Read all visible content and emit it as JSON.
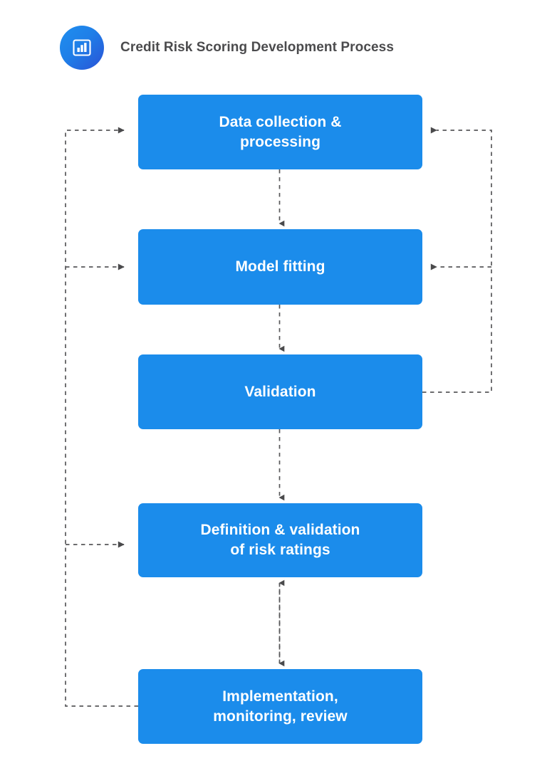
{
  "header": {
    "title": "Credit Risk Scoring Development Process",
    "icon": "bar-chart-icon",
    "title_color": "#4b4b4d",
    "icon_gradient_from": "#1f8fef",
    "icon_gradient_to": "#2a52d6"
  },
  "theme": {
    "background": "#ffffff",
    "node_fill": "#1b8ceb",
    "node_text": "#ffffff",
    "connector_color": "#58585a"
  },
  "diagram": {
    "type": "flowchart",
    "orientation": "vertical",
    "nodes": [
      {
        "id": "data-collection",
        "label": "Data collection &\nprocessing"
      },
      {
        "id": "model-fitting",
        "label": "Model fitting"
      },
      {
        "id": "validation",
        "label": "Validation"
      },
      {
        "id": "risk-ratings",
        "label": "Definition & validation\nof risk ratings"
      },
      {
        "id": "implementation",
        "label": "Implementation,\nmonitoring, review"
      }
    ],
    "edges": [
      {
        "from": "data-collection",
        "to": "model-fitting",
        "style": "dashed",
        "direction": "forward"
      },
      {
        "from": "model-fitting",
        "to": "validation",
        "style": "dashed",
        "direction": "forward"
      },
      {
        "from": "validation",
        "to": "risk-ratings",
        "style": "dashed",
        "direction": "forward"
      },
      {
        "from": "risk-ratings",
        "to": "implementation",
        "style": "dashed",
        "direction": "bidirectional"
      },
      {
        "from": "validation",
        "to": "data-collection",
        "style": "dashed",
        "direction": "feedback-right"
      },
      {
        "from": "validation",
        "to": "model-fitting",
        "style": "dashed",
        "direction": "feedback-right"
      },
      {
        "from": "implementation",
        "to": "data-collection",
        "style": "dashed",
        "direction": "feedback-left"
      },
      {
        "from": "implementation",
        "to": "model-fitting",
        "style": "dashed",
        "direction": "feedback-left"
      },
      {
        "from": "implementation",
        "to": "risk-ratings",
        "style": "dashed",
        "direction": "feedback-left"
      }
    ]
  }
}
